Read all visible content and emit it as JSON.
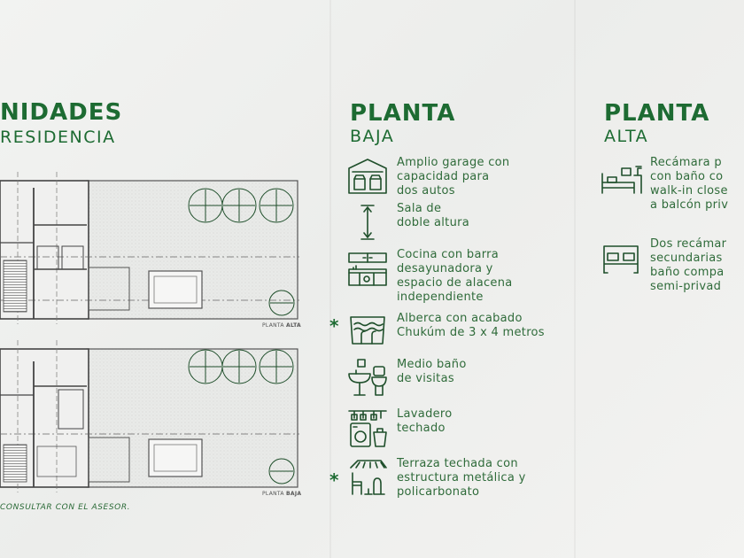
{
  "left": {
    "title": "NIDADES",
    "subtitle": "RESIDENCIA",
    "plan_top_label_a": "PLANTA ",
    "plan_top_label_b": "ALTA",
    "plan_bottom_label_a": "PLANTA ",
    "plan_bottom_label_b": "BAJA",
    "footnote": "CONSULTAR CON EL ASESOR."
  },
  "planta_baja": {
    "title": "PLANTA",
    "subtitle": "BAJA",
    "features": [
      {
        "icon": "garage-icon",
        "text": "Amplio garage con\ncapacidad para\ndos autos",
        "star": ""
      },
      {
        "icon": "double-height-icon",
        "text": "Sala de\ndoble altura",
        "star": ""
      },
      {
        "icon": "kitchen-icon",
        "text": "Cocina con barra\ndesayunadora y\nespacio de alacena\nindependiente",
        "star": ""
      },
      {
        "icon": "pool-icon",
        "text": "Alberca con acabado\nChukúm de 3 x 4 metros",
        "star": "*"
      },
      {
        "icon": "bathroom-icon",
        "text": "Medio baño\nde visitas",
        "star": ""
      },
      {
        "icon": "laundry-icon",
        "text": "Lavadero\ntechado",
        "star": ""
      },
      {
        "icon": "terrace-icon",
        "text": "Terraza techada con\nestructura metálica y\npolicarbonato",
        "star": "*"
      }
    ]
  },
  "planta_alta": {
    "title": "PLANTA",
    "subtitle": "ALTA",
    "features": [
      {
        "icon": "master-bed-icon",
        "text": "Recámara p\ncon baño co\nwalk-in close\na balcón priv"
      },
      {
        "icon": "bed-icon",
        "text": "Dos recámar\nsecundarias\nbaño compa\nsemi-privad"
      }
    ]
  }
}
